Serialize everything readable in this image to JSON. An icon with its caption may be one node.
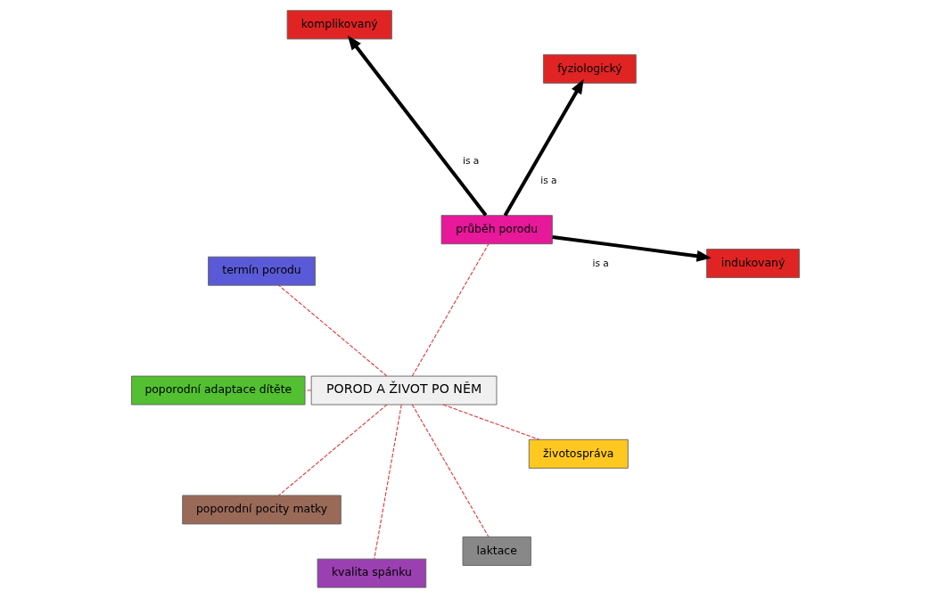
{
  "diagram": {
    "nodes": [
      {
        "text": [
          "indukovaný"
        ]
      },
      {
        "text": [
          "fyziologický"
        ]
      },
      {
        "text": [
          "komplikovaný"
        ]
      },
      {
        "text": [
          "průběh porodu"
        ]
      },
      {
        "text": [
          "termín porodu"
        ]
      },
      {
        "text": [
          "poporodní adaptace dítěte"
        ]
      },
      {
        "text": [
          "POROD A ŽIVOT PO NĚM"
        ]
      },
      {
        "text": [
          "poporodní pocity matky"
        ]
      },
      {
        "text": [
          "kvalita spánku"
        ]
      },
      {
        "text": [
          "laktace"
        ]
      },
      {
        "text": [
          "životospráva"
        ]
      }
    ],
    "edges": [
      {
        "from": 3,
        "to": 1,
        "arrow": "to",
        "label": "is a",
        "style": "thick",
        "color": "#000000"
      },
      {
        "from": 3,
        "to": 0,
        "arrow": "to",
        "label": "is a",
        "style": "thick",
        "color": "#000000"
      },
      {
        "from": 3,
        "to": 2,
        "arrow": "to",
        "label": "is a",
        "style": "thick",
        "color": "#000000"
      },
      {
        "from": 6,
        "to": 3,
        "arrow": "none",
        "style": "dashed"
      },
      {
        "from": 6,
        "to": 4,
        "arrow": "none",
        "style": "dashed"
      },
      {
        "from": 6,
        "to": 5,
        "arrow": "none",
        "style": "dashed"
      },
      {
        "from": 6,
        "to": 7,
        "arrow": "none",
        "style": "dashed"
      },
      {
        "from": 6,
        "to": 8,
        "arrow": "none",
        "style": "dashed"
      },
      {
        "from": 6,
        "to": 9,
        "arrow": "none",
        "style": "dashed"
      },
      {
        "from": 6,
        "to": 10,
        "arrow": "none",
        "style": "dashed"
      }
    ]
  }
}
